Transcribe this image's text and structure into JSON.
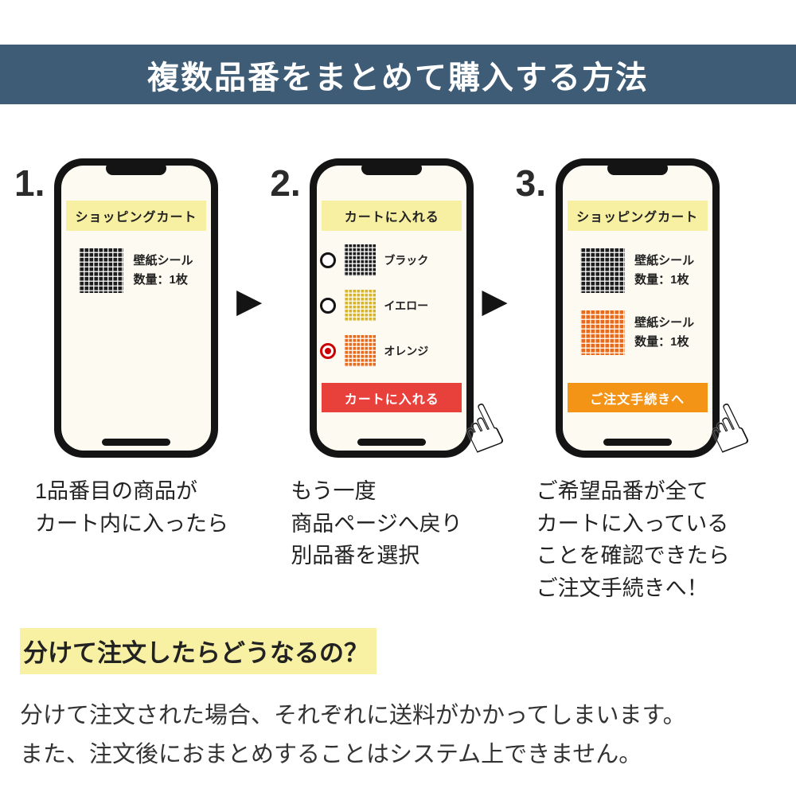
{
  "colors": {
    "header_bg": "#3f5c77",
    "banner_yellow": "#f7f0a2",
    "button_red": "#e8413c",
    "button_orange": "#f39417",
    "highlight_yellow": "#f8f1a3",
    "radio_selected": "#cc0000",
    "swatch_black": "#1d1d1d",
    "swatch_yellow": "#d7b32e",
    "swatch_orange": "#e96a1b",
    "screen_bg": "#fcfaf1"
  },
  "icons": {
    "hand_pointer": "☝",
    "arrow_right": "▶"
  },
  "header": {
    "title": "複数品番をまとめて購入する方法"
  },
  "steps": [
    {
      "number": "1.",
      "phone": {
        "banner": "ショッピングカート",
        "products": [
          {
            "swatch": "black",
            "name": "壁紙シール",
            "qty": "数量：1枚"
          }
        ]
      },
      "caption": [
        "1品番目の商品が",
        "カート内に入ったら"
      ]
    },
    {
      "number": "2.",
      "phone": {
        "banner": "カートに入れる",
        "options": [
          {
            "swatch": "black",
            "label": "ブラック",
            "selected": false
          },
          {
            "swatch": "yellow",
            "label": "イエロー",
            "selected": false
          },
          {
            "swatch": "orange",
            "label": "オレンジ",
            "selected": true
          }
        ],
        "button": "カートに入れる"
      },
      "caption": [
        "もう一度",
        "商品ページへ戻り",
        "別品番を選択"
      ]
    },
    {
      "number": "3.",
      "phone": {
        "banner": "ショッピングカート",
        "products": [
          {
            "swatch": "black",
            "name": "壁紙シール",
            "qty": "数量：1枚"
          },
          {
            "swatch": "orange",
            "name": "壁紙シール",
            "qty": "数量：1枚"
          }
        ],
        "button": "ご注文手続きへ"
      },
      "caption": [
        "ご希望品番が全て",
        "カートに入っている",
        "ことを確認できたら",
        "ご注文手続きへ！"
      ]
    }
  ],
  "footer": {
    "heading": "分けて注文したらどうなるの？",
    "body": [
      "分けて注文された場合、それぞれに送料がかかってしまいます。",
      "また、注文後におまとめすることはシステム上できません。"
    ]
  }
}
